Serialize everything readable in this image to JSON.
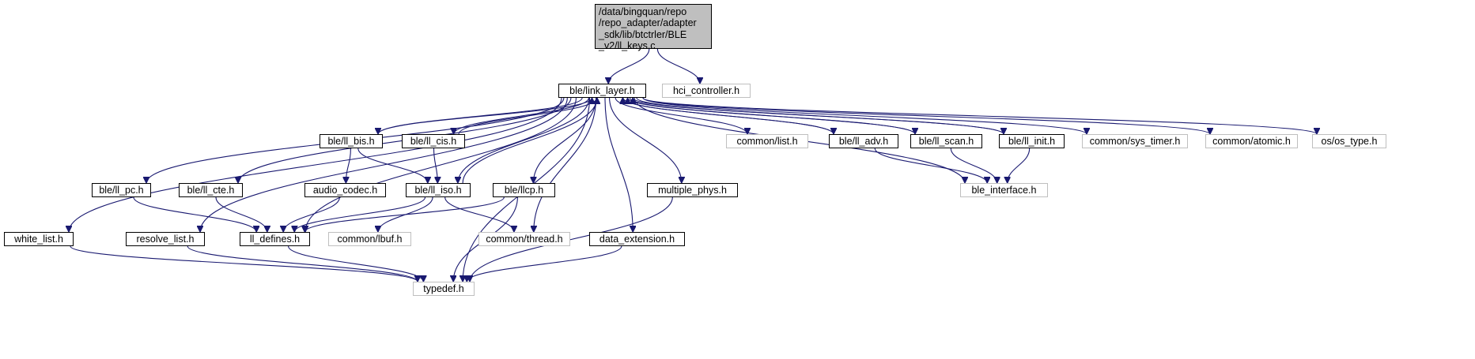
{
  "root": {
    "lines": [
      "/data/bingquan/repo",
      "/repo_adapter/adapter",
      "_sdk/lib/btctrler/BLE",
      "_v2/ll_keys.c"
    ]
  },
  "nodes": [
    {
      "id": "link_layer",
      "label": "ble/link_layer.h",
      "external": false
    },
    {
      "id": "hci_controller",
      "label": "hci_controller.h",
      "external": true
    },
    {
      "id": "ll_bis",
      "label": "ble/ll_bis.h",
      "external": false
    },
    {
      "id": "ll_cis",
      "label": "ble/ll_cis.h",
      "external": false
    },
    {
      "id": "common_list",
      "label": "common/list.h",
      "external": true
    },
    {
      "id": "ll_adv",
      "label": "ble/ll_adv.h",
      "external": false
    },
    {
      "id": "ll_scan",
      "label": "ble/ll_scan.h",
      "external": false
    },
    {
      "id": "ll_init",
      "label": "ble/ll_init.h",
      "external": false
    },
    {
      "id": "sys_timer",
      "label": "common/sys_timer.h",
      "external": true
    },
    {
      "id": "atomic",
      "label": "common/atomic.h",
      "external": true
    },
    {
      "id": "os_type",
      "label": "os/os_type.h",
      "external": true
    },
    {
      "id": "ll_pc",
      "label": "ble/ll_pc.h",
      "external": false
    },
    {
      "id": "ll_cte",
      "label": "ble/ll_cte.h",
      "external": false
    },
    {
      "id": "audio_codec",
      "label": "audio_codec.h",
      "external": false
    },
    {
      "id": "ll_iso",
      "label": "ble/ll_iso.h",
      "external": false
    },
    {
      "id": "llcp",
      "label": "ble/llcp.h",
      "external": false
    },
    {
      "id": "multiple_phys",
      "label": "multiple_phys.h",
      "external": false
    },
    {
      "id": "ble_interface",
      "label": "ble_interface.h",
      "external": true
    },
    {
      "id": "white_list",
      "label": "white_list.h",
      "external": false
    },
    {
      "id": "resolve_list",
      "label": "resolve_list.h",
      "external": false
    },
    {
      "id": "ll_defines",
      "label": "ll_defines.h",
      "external": false
    },
    {
      "id": "lbuf",
      "label": "common/lbuf.h",
      "external": true
    },
    {
      "id": "thread",
      "label": "common/thread.h",
      "external": true
    },
    {
      "id": "data_extension",
      "label": "data_extension.h",
      "external": false
    },
    {
      "id": "typedef",
      "label": "typedef.h",
      "external": true
    }
  ],
  "edges": [
    [
      "root",
      "link_layer"
    ],
    [
      "root",
      "hci_controller"
    ],
    [
      "link_layer",
      "ll_bis"
    ],
    [
      "link_layer",
      "ll_cis"
    ],
    [
      "ll_cis",
      "link_layer"
    ],
    [
      "link_layer",
      "common_list"
    ],
    [
      "link_layer",
      "ll_adv"
    ],
    [
      "link_layer",
      "ll_scan"
    ],
    [
      "link_layer",
      "ll_init"
    ],
    [
      "link_layer",
      "sys_timer"
    ],
    [
      "link_layer",
      "atomic"
    ],
    [
      "link_layer",
      "os_type"
    ],
    [
      "link_layer",
      "ll_pc"
    ],
    [
      "link_layer",
      "ll_cte"
    ],
    [
      "link_layer",
      "ll_iso"
    ],
    [
      "link_layer",
      "llcp"
    ],
    [
      "link_layer",
      "multiple_phys"
    ],
    [
      "link_layer",
      "ble_interface"
    ],
    [
      "link_layer",
      "white_list"
    ],
    [
      "link_layer",
      "resolve_list"
    ],
    [
      "link_layer",
      "ll_defines"
    ],
    [
      "link_layer",
      "thread"
    ],
    [
      "link_layer",
      "data_extension"
    ],
    [
      "link_layer",
      "typedef"
    ],
    [
      "ll_bis",
      "link_layer"
    ],
    [
      "ll_iso",
      "link_layer"
    ],
    [
      "ll_adv",
      "link_layer"
    ],
    [
      "ll_scan",
      "link_layer"
    ],
    [
      "ll_init",
      "link_layer"
    ],
    [
      "ll_bis",
      "audio_codec"
    ],
    [
      "ll_bis",
      "ll_iso"
    ],
    [
      "ll_cis",
      "ll_iso"
    ],
    [
      "ll_adv",
      "ble_interface"
    ],
    [
      "ll_scan",
      "ble_interface"
    ],
    [
      "ll_init",
      "ble_interface"
    ],
    [
      "ll_pc",
      "ll_defines"
    ],
    [
      "ll_cte",
      "ll_defines"
    ],
    [
      "audio_codec",
      "ll_defines"
    ],
    [
      "ll_iso",
      "ll_defines"
    ],
    [
      "ll_iso",
      "lbuf"
    ],
    [
      "ll_iso",
      "thread"
    ],
    [
      "llcp",
      "ll_defines"
    ],
    [
      "llcp",
      "typedef"
    ],
    [
      "multiple_phys",
      "typedef"
    ],
    [
      "white_list",
      "typedef"
    ],
    [
      "resolve_list",
      "typedef"
    ],
    [
      "ll_defines",
      "typedef"
    ],
    [
      "data_extension",
      "typedef"
    ]
  ]
}
